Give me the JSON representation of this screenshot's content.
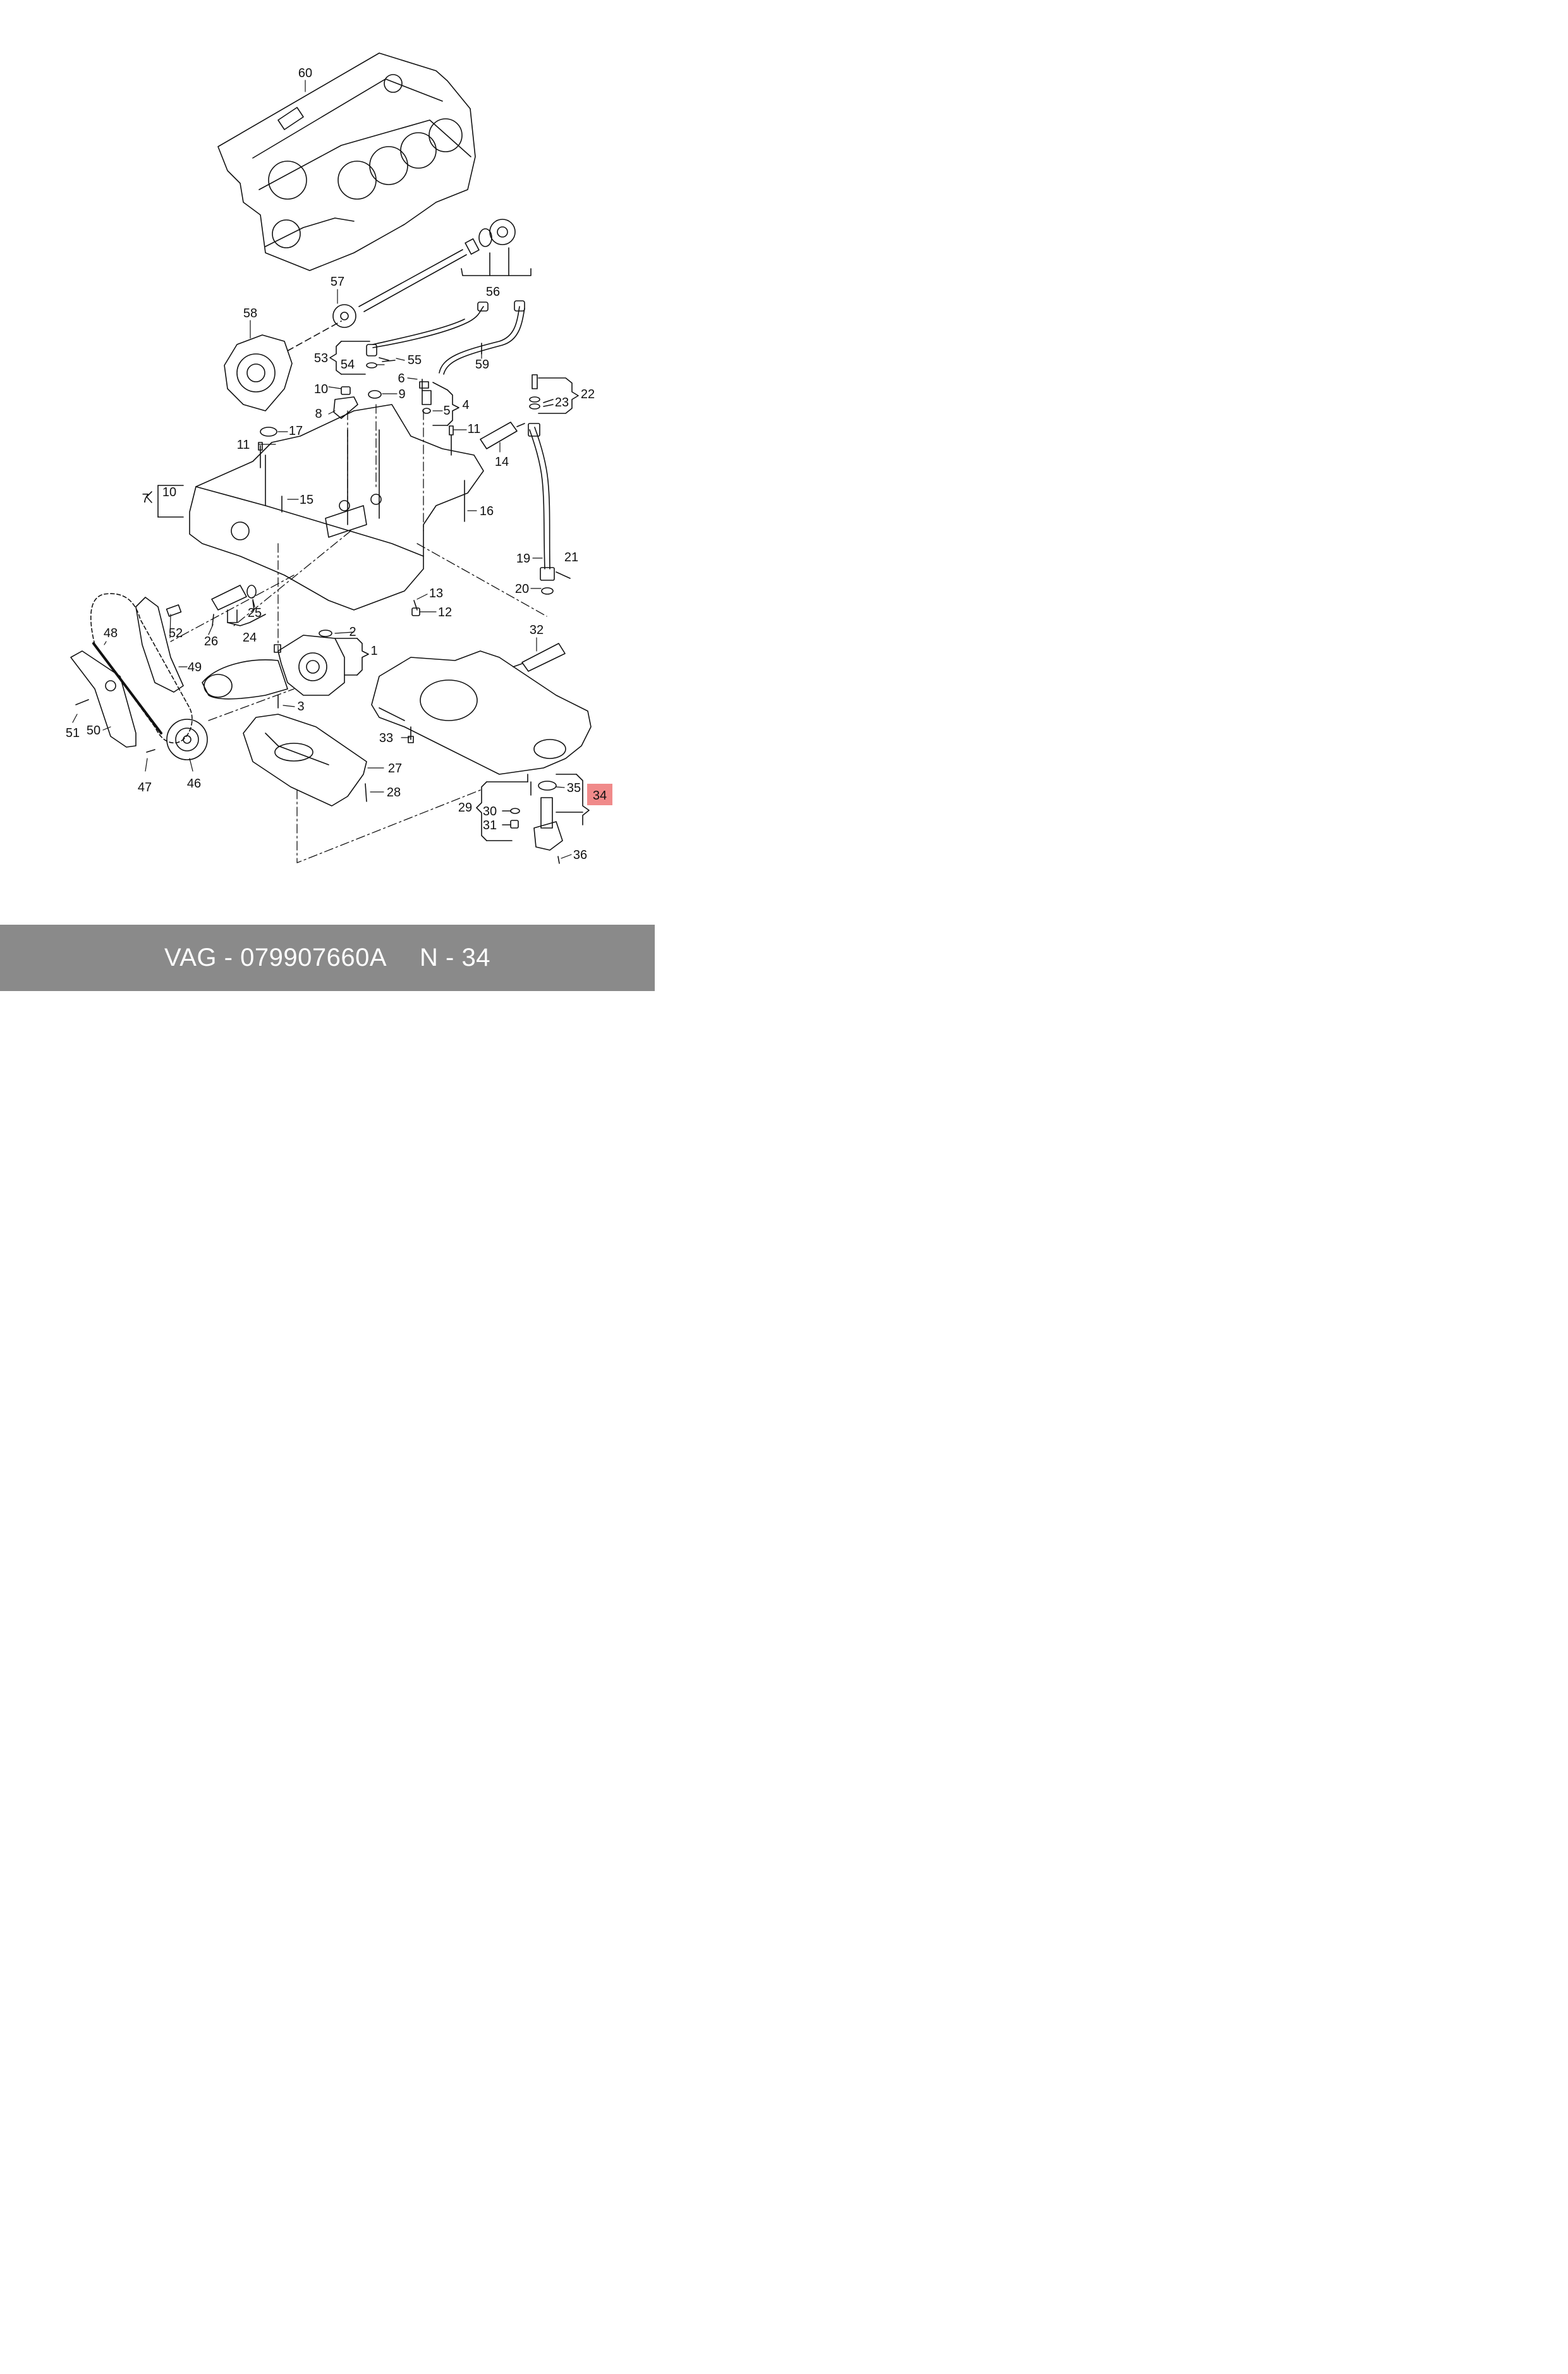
{
  "diagram": {
    "parts": [
      {
        "id": "p60",
        "label": "60"
      },
      {
        "id": "p56",
        "label": "56"
      },
      {
        "id": "p57",
        "label": "57"
      },
      {
        "id": "p58",
        "label": "58"
      },
      {
        "id": "p53",
        "label": "53"
      },
      {
        "id": "p54",
        "label": "54"
      },
      {
        "id": "p55",
        "label": "55"
      },
      {
        "id": "p59",
        "label": "59"
      },
      {
        "id": "p6",
        "label": "6"
      },
      {
        "id": "p4",
        "label": "4"
      },
      {
        "id": "p5",
        "label": "5"
      },
      {
        "id": "p10a",
        "label": "10"
      },
      {
        "id": "p9",
        "label": "9"
      },
      {
        "id": "p8",
        "label": "8"
      },
      {
        "id": "p17",
        "label": "17"
      },
      {
        "id": "p11a",
        "label": "11"
      },
      {
        "id": "p11b",
        "label": "11"
      },
      {
        "id": "p14",
        "label": "14"
      },
      {
        "id": "p22",
        "label": "22"
      },
      {
        "id": "p23",
        "label": "23"
      },
      {
        "id": "p7",
        "label": "7"
      },
      {
        "id": "p10b",
        "label": "10"
      },
      {
        "id": "p15",
        "label": "15"
      },
      {
        "id": "p16",
        "label": "16"
      },
      {
        "id": "p19",
        "label": "19"
      },
      {
        "id": "p21",
        "label": "21"
      },
      {
        "id": "p20",
        "label": "20"
      },
      {
        "id": "p13",
        "label": "13"
      },
      {
        "id": "p12",
        "label": "12"
      },
      {
        "id": "p25",
        "label": "25"
      },
      {
        "id": "p26",
        "label": "26"
      },
      {
        "id": "p24",
        "label": "24"
      },
      {
        "id": "p48",
        "label": "48"
      },
      {
        "id": "p52",
        "label": "52"
      },
      {
        "id": "p49",
        "label": "49"
      },
      {
        "id": "p2",
        "label": "2"
      },
      {
        "id": "p1",
        "label": "1"
      },
      {
        "id": "p32",
        "label": "32"
      },
      {
        "id": "p3",
        "label": "3"
      },
      {
        "id": "p51",
        "label": "51"
      },
      {
        "id": "p50",
        "label": "50"
      },
      {
        "id": "p33",
        "label": "33"
      },
      {
        "id": "p47",
        "label": "47"
      },
      {
        "id": "p46",
        "label": "46"
      },
      {
        "id": "p27",
        "label": "27"
      },
      {
        "id": "p28",
        "label": "28"
      },
      {
        "id": "p35",
        "label": "35"
      },
      {
        "id": "p29",
        "label": "29"
      },
      {
        "id": "p30",
        "label": "30"
      },
      {
        "id": "p31",
        "label": "31"
      },
      {
        "id": "p36",
        "label": "36"
      }
    ],
    "highlighted": {
      "label": "34",
      "color": "#f08a8a"
    }
  },
  "footer": {
    "brand": "VAG",
    "separator": "-",
    "part_number": "079907660A",
    "position_prefix": "N",
    "position": "34"
  },
  "colors": {
    "footer_bg": "#8a8a8a",
    "footer_text": "#ffffff",
    "highlight": "#f08a8a"
  }
}
